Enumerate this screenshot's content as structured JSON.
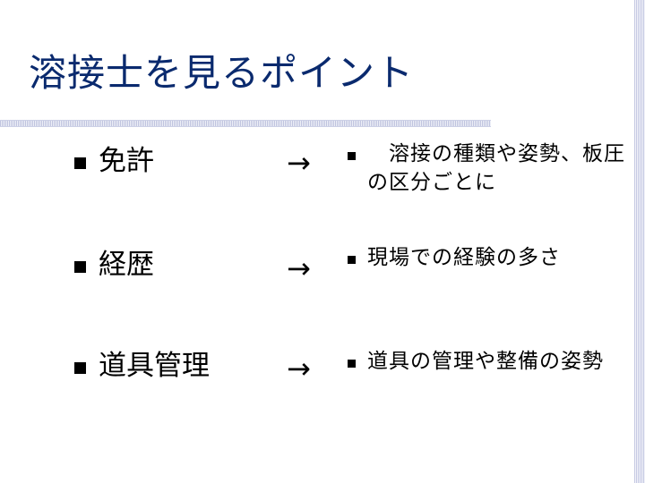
{
  "title": "溶接士を見るポイント",
  "rows": [
    {
      "label": "免許",
      "arrow": "→",
      "desc": "　溶接の種類や姿勢、板圧の区分ごとに"
    },
    {
      "label": "経歴",
      "arrow": "→",
      "desc": "現場での経験の多さ"
    },
    {
      "label": "道具管理",
      "arrow": "→",
      "desc": "道具の管理や整備の姿勢"
    }
  ],
  "colors": {
    "title": "#0a2a6e",
    "bullet": "#000000",
    "accent_bar": "#c6cae3"
  }
}
